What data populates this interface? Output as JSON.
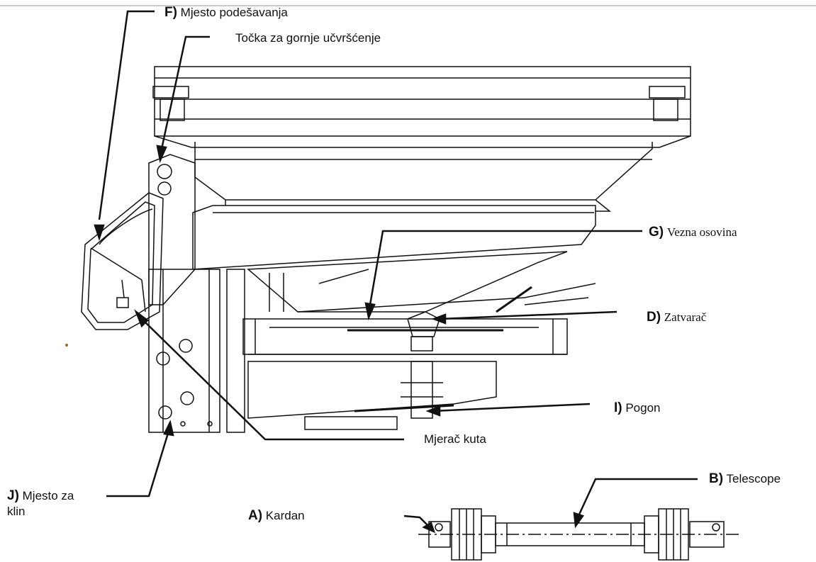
{
  "labels": {
    "f_letter": "F)",
    "f_text": "Mjesto podešavanja",
    "top_mount": "Točka za gornje učvršćenje",
    "g_letter": "G)",
    "g_text": "Vezna osovina",
    "d_letter": "D)",
    "d_text": "Zatvarač",
    "i_letter": "I)",
    "i_text": "Pogon",
    "angle_gauge": "Mjerač kuta",
    "j_letter": "J)",
    "j_text_1": "Mjesto za",
    "j_text_2": "klin",
    "a_letter": "A)",
    "a_text": "Kardan",
    "b_letter": "B)",
    "b_text": "Telescope"
  },
  "colors": {
    "line": "#111111",
    "background": "#ffffff"
  }
}
